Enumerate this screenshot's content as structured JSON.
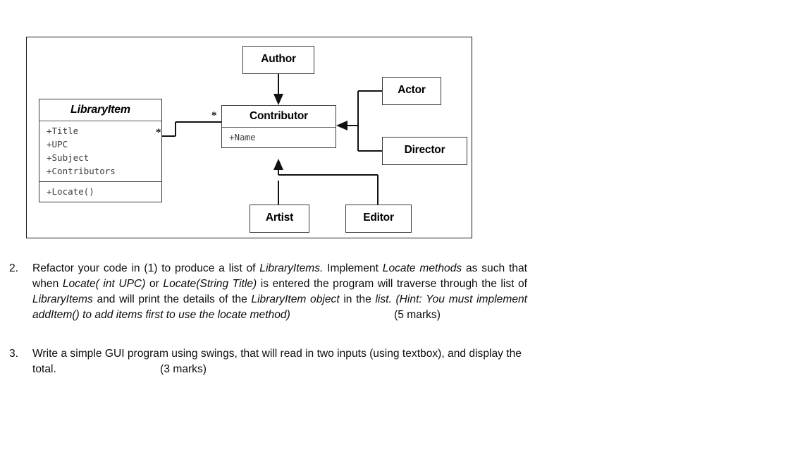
{
  "document": {
    "type": "exam-question-sheet"
  },
  "diagram": {
    "title": "UML class diagram",
    "border_color": "#1a1a1a",
    "box_border_color": "#3a3a3a",
    "classes": [
      {
        "id": "libraryitem",
        "name": "LibraryItem",
        "abstract": true,
        "attributes": "+Title\n+UPC\n+Subject\n+Contributors",
        "operations": "+Locate()"
      },
      {
        "id": "author",
        "name": "Author",
        "abstract": false
      },
      {
        "id": "contributor",
        "name": "Contributor",
        "abstract": false,
        "attributes": "+Name"
      },
      {
        "id": "actor",
        "name": "Actor",
        "abstract": false
      },
      {
        "id": "director",
        "name": "Director",
        "abstract": false
      },
      {
        "id": "artist",
        "name": "Artist",
        "abstract": false
      },
      {
        "id": "editor",
        "name": "Editor",
        "abstract": false
      }
    ],
    "multiplicities": {
      "libraryitem_end": "*",
      "contributor_end": "*"
    },
    "relationships": [
      {
        "from": "Author",
        "to": "Contributor",
        "type": "generalization"
      },
      {
        "from": "Actor",
        "to": "Contributor",
        "type": "generalization"
      },
      {
        "from": "Director",
        "to": "Contributor",
        "type": "generalization"
      },
      {
        "from": "Artist",
        "to": "Contributor",
        "type": "generalization"
      },
      {
        "from": "Editor",
        "to": "Contributor",
        "type": "generalization"
      },
      {
        "from": "LibraryItem",
        "to": "Contributor",
        "type": "association"
      }
    ]
  },
  "questions": [
    {
      "number": "2.",
      "marks": "(5 marks)",
      "segments": [
        {
          "text": "Refactor your code in (1) to produce a list of ",
          "italic": false
        },
        {
          "text": "LibraryItems.",
          "italic": true
        },
        {
          "text": " Implement ",
          "italic": false
        },
        {
          "text": "Locate methods",
          "italic": true
        },
        {
          "text": " as such that when ",
          "italic": false
        },
        {
          "text": "Locate( int UPC)",
          "italic": true
        },
        {
          "text": " or ",
          "italic": false
        },
        {
          "text": "Locate(String Title) ",
          "italic": true
        },
        {
          "text": " is entered the program will traverse through the list of ",
          "italic": false
        },
        {
          "text": "LibraryItems",
          "italic": true
        },
        {
          "text": " and will print the details of the ",
          "italic": false
        },
        {
          "text": "LibraryItem object",
          "italic": true
        },
        {
          "text": " in the ",
          "italic": false
        },
        {
          "text": "list. (Hint: You must implement addItem() to add items first to use the locate method)",
          "italic": true
        }
      ]
    },
    {
      "number": "3.",
      "marks": "(3 marks)",
      "segments": [
        {
          "text": "Write a simple GUI program using swings, that will read in two inputs (using textbox), and display the total.",
          "italic": false
        }
      ]
    }
  ]
}
